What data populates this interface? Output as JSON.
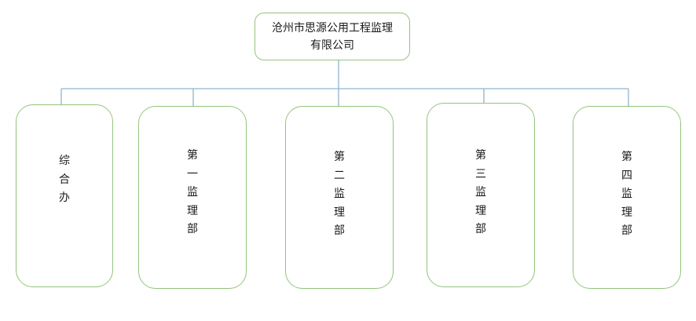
{
  "root": {
    "line1": "沧州市思源公用工程监理",
    "line2": "有限公司"
  },
  "departments": [
    {
      "chars": [
        "综",
        "合",
        "办"
      ]
    },
    {
      "chars": [
        "第",
        "一",
        "监",
        "理",
        "部"
      ]
    },
    {
      "chars": [
        "第",
        "二",
        "监",
        "理",
        "部"
      ]
    },
    {
      "chars": [
        "第",
        "三",
        "监",
        "理",
        "部"
      ]
    },
    {
      "chars": [
        "第",
        "四",
        "监",
        "理",
        "部"
      ]
    }
  ],
  "colors": {
    "box_border": "#93c47d",
    "connector": "#8fb4cf"
  }
}
